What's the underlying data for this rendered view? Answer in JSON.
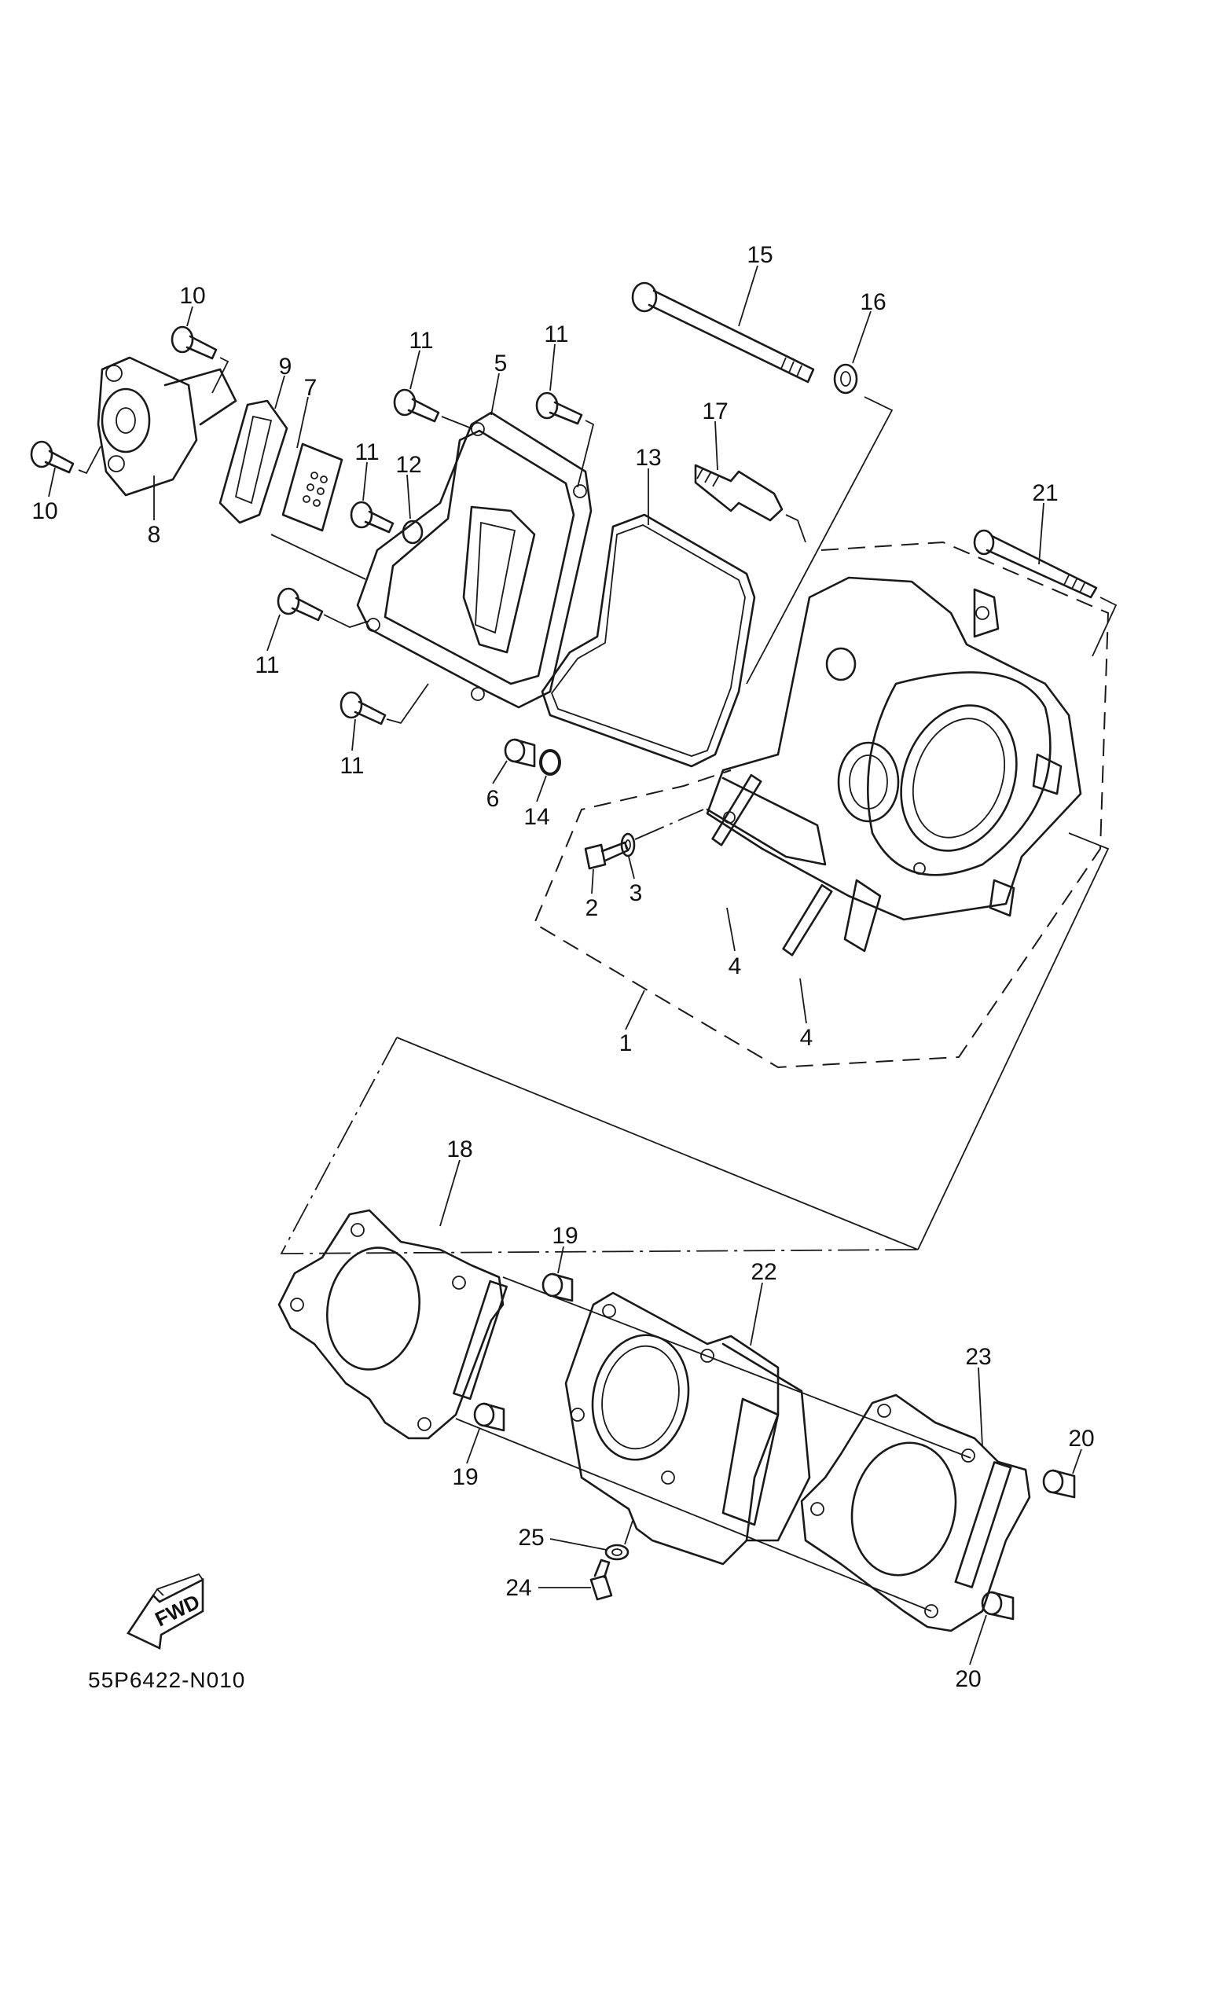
{
  "diagram": {
    "title": "Cylinder head / cylinder exploded parts diagram",
    "figure_code": "55P6422-N010",
    "direction_arrow_label": "FWD",
    "callouts": [
      {
        "id": "c15",
        "number": "15"
      },
      {
        "id": "c16",
        "number": "16"
      },
      {
        "id": "c10a",
        "number": "10"
      },
      {
        "id": "c10b",
        "number": "10"
      },
      {
        "id": "c8",
        "number": "8"
      },
      {
        "id": "c9",
        "number": "9"
      },
      {
        "id": "c7",
        "number": "7"
      },
      {
        "id": "c11a",
        "number": "11"
      },
      {
        "id": "c5",
        "number": "5"
      },
      {
        "id": "c11b",
        "number": "11"
      },
      {
        "id": "c17",
        "number": "17"
      },
      {
        "id": "c11c",
        "number": "11"
      },
      {
        "id": "c12",
        "number": "12"
      },
      {
        "id": "c13",
        "number": "13"
      },
      {
        "id": "c21",
        "number": "21"
      },
      {
        "id": "c11d",
        "number": "11"
      },
      {
        "id": "c11e",
        "number": "11"
      },
      {
        "id": "c6",
        "number": "6"
      },
      {
        "id": "c14",
        "number": "14"
      },
      {
        "id": "c2",
        "number": "2"
      },
      {
        "id": "c3",
        "number": "3"
      },
      {
        "id": "c4a",
        "number": "4"
      },
      {
        "id": "c4b",
        "number": "4"
      },
      {
        "id": "c1",
        "number": "1"
      },
      {
        "id": "c18",
        "number": "18"
      },
      {
        "id": "c19a",
        "number": "19"
      },
      {
        "id": "c22",
        "number": "22"
      },
      {
        "id": "c23",
        "number": "23"
      },
      {
        "id": "c20a",
        "number": "20"
      },
      {
        "id": "c19b",
        "number": "19"
      },
      {
        "id": "c25",
        "number": "25"
      },
      {
        "id": "c24",
        "number": "24"
      },
      {
        "id": "c20b",
        "number": "20"
      }
    ]
  }
}
